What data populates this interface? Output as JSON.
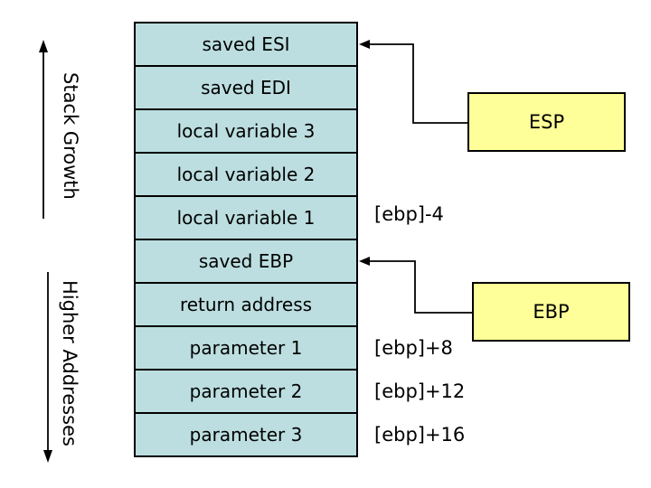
{
  "left_labels": {
    "stack_growth": "Stack Growth",
    "higher_addresses": "Higher Addresses"
  },
  "stack_cells": [
    "saved ESI",
    "saved EDI",
    "local variable 3",
    "local variable 2",
    "local variable 1",
    "saved EBP",
    "return address",
    "parameter 1",
    "parameter 2",
    "parameter 3"
  ],
  "offset_labels": [
    "[ebp]-4",
    "[ebp]+8",
    "[ebp]+12",
    "[ebp]+16"
  ],
  "registers": {
    "esp": "ESP",
    "ebp": "EBP"
  },
  "colors": {
    "cell_fill": "#BCDEE0",
    "register_fill": "#FFFF99",
    "line": "#000000",
    "background": "#FFFFFF"
  }
}
